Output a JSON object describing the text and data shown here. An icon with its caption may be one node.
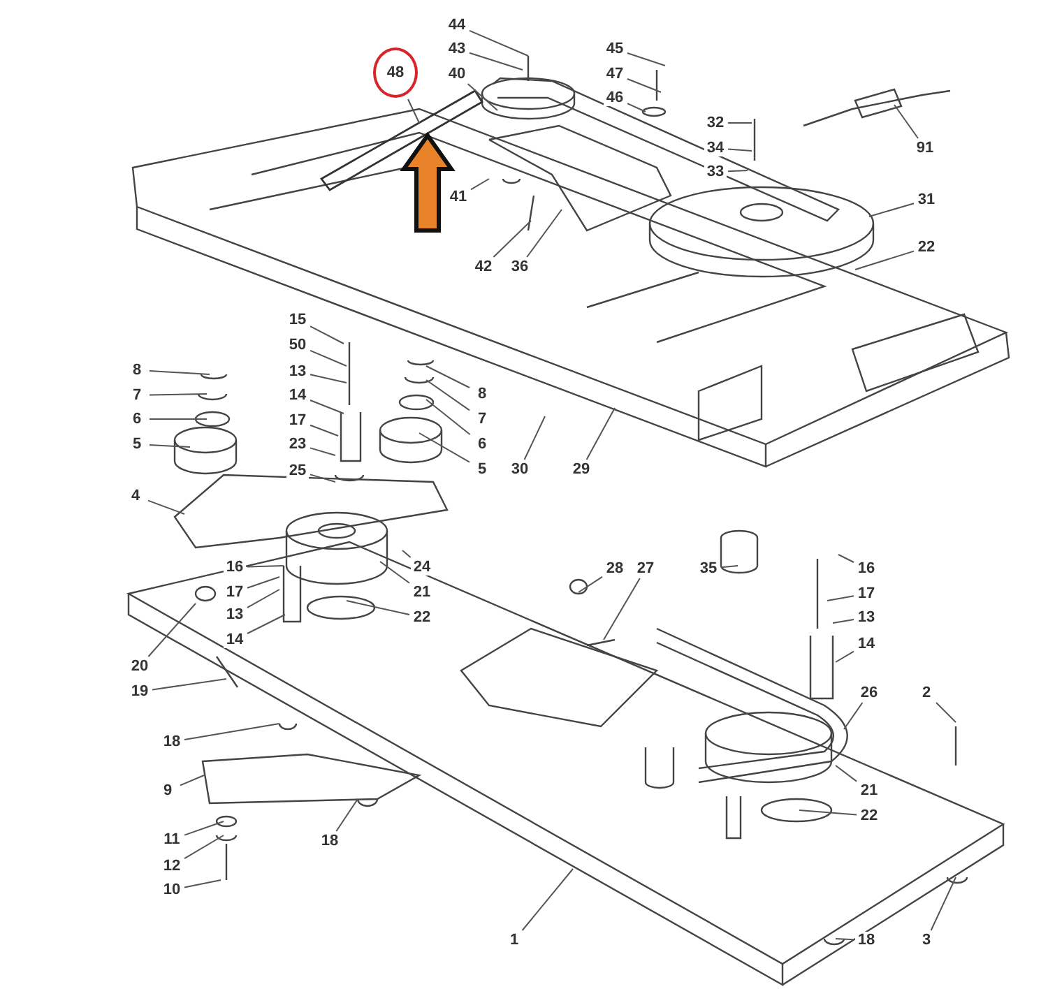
{
  "diagram": {
    "nodes": [
      {
        "text": [
          "44"
        ]
      },
      {
        "text": [
          "43"
        ]
      },
      {
        "text": [
          "40"
        ]
      },
      {
        "text": [
          "48"
        ]
      },
      {
        "text": [],
        "shape": "picture"
      },
      {
        "text": [
          "45"
        ]
      },
      {
        "text": [
          "47"
        ]
      },
      {
        "text": [
          "46"
        ]
      },
      {
        "text": [
          "32"
        ]
      },
      {
        "text": [
          "34"
        ]
      },
      {
        "text": [
          "33"
        ]
      },
      {
        "text": [
          "91"
        ]
      },
      {
        "text": [
          "41"
        ]
      },
      {
        "text": [
          "42"
        ]
      },
      {
        "text": [
          "36"
        ]
      },
      {
        "text": [
          "31"
        ]
      },
      {
        "text": [
          "22"
        ]
      },
      {
        "text": [
          "15"
        ]
      },
      {
        "text": [
          "50"
        ]
      },
      {
        "text": [
          "13"
        ]
      },
      {
        "text": [
          "14"
        ]
      },
      {
        "text": [
          "17"
        ]
      },
      {
        "text": [
          "23"
        ]
      },
      {
        "text": [
          "25"
        ]
      },
      {
        "text": [
          "8"
        ]
      },
      {
        "text": [
          "7"
        ]
      },
      {
        "text": [
          "6"
        ]
      },
      {
        "text": [
          "5"
        ]
      },
      {
        "text": [
          "8"
        ]
      },
      {
        "text": [
          "7"
        ]
      },
      {
        "text": [
          "6"
        ]
      },
      {
        "text": [
          "5"
        ]
      },
      {
        "text": [
          "30"
        ]
      },
      {
        "text": [
          "29"
        ]
      },
      {
        "text": [
          "4"
        ]
      },
      {
        "text": [
          "16"
        ]
      },
      {
        "text": [
          "17"
        ]
      },
      {
        "text": [
          "13"
        ]
      },
      {
        "text": [
          "14"
        ]
      },
      {
        "text": [
          "24"
        ]
      },
      {
        "text": [
          "21"
        ]
      },
      {
        "text": [
          "22"
        ]
      },
      {
        "text": [
          "20"
        ]
      },
      {
        "text": [
          "19"
        ]
      },
      {
        "text": [
          "28"
        ]
      },
      {
        "text": [
          "27"
        ]
      },
      {
        "text": [
          "35"
        ]
      },
      {
        "text": [
          "16"
        ]
      },
      {
        "text": [
          "17"
        ]
      },
      {
        "text": [
          "13"
        ]
      },
      {
        "text": [
          "14"
        ]
      },
      {
        "text": [
          "26"
        ]
      },
      {
        "text": [
          "2"
        ]
      },
      {
        "text": [
          "21"
        ]
      },
      {
        "text": [
          "22"
        ]
      },
      {
        "text": [
          "18"
        ]
      },
      {
        "text": [
          "9"
        ]
      },
      {
        "text": [
          "11"
        ]
      },
      {
        "text": [
          "12"
        ]
      },
      {
        "text": [
          "10"
        ]
      },
      {
        "text": [
          "18"
        ]
      },
      {
        "text": [
          "1"
        ]
      },
      {
        "text": [
          "18"
        ]
      },
      {
        "text": [
          "3"
        ]
      }
    ],
    "edges": [
      {
        "from": 0,
        "to": null,
        "arrow": "none"
      },
      {
        "from": 1,
        "to": null,
        "arrow": "none"
      },
      {
        "from": 2,
        "to": null,
        "arrow": "none"
      },
      {
        "from": 3,
        "to": 4,
        "arrow": "none"
      },
      {
        "from": 5,
        "to": null,
        "arrow": "none"
      },
      {
        "from": 6,
        "to": null,
        "arrow": "none"
      },
      {
        "from": 7,
        "to": null,
        "arrow": "none"
      },
      {
        "from": 8,
        "to": null,
        "arrow": "none"
      },
      {
        "from": 9,
        "to": null,
        "arrow": "none"
      },
      {
        "from": 10,
        "to": null,
        "arrow": "none"
      },
      {
        "from": 11,
        "to": null,
        "arrow": "none"
      },
      {
        "from": 12,
        "to": null,
        "arrow": "none"
      },
      {
        "from": 13,
        "to": null,
        "arrow": "none"
      },
      {
        "from": 14,
        "to": null,
        "arrow": "none"
      },
      {
        "from": 15,
        "to": null,
        "arrow": "none"
      },
      {
        "from": 16,
        "to": null,
        "arrow": "none"
      },
      {
        "from": 17,
        "to": null,
        "arrow": "none"
      },
      {
        "from": 18,
        "to": null,
        "arrow": "none"
      },
      {
        "from": 19,
        "to": null,
        "arrow": "none"
      },
      {
        "from": 20,
        "to": null,
        "arrow": "none"
      },
      {
        "from": 21,
        "to": null,
        "arrow": "none"
      },
      {
        "from": 22,
        "to": null,
        "arrow": "none"
      },
      {
        "from": 23,
        "to": null,
        "arrow": "none"
      },
      {
        "from": 24,
        "to": null,
        "arrow": "none"
      },
      {
        "from": 25,
        "to": null,
        "arrow": "none"
      },
      {
        "from": 26,
        "to": null,
        "arrow": "none"
      },
      {
        "from": 27,
        "to": null,
        "arrow": "none"
      },
      {
        "from": 28,
        "to": null,
        "arrow": "none"
      },
      {
        "from": 29,
        "to": null,
        "arrow": "none"
      },
      {
        "from": 30,
        "to": null,
        "arrow": "none"
      },
      {
        "from": 31,
        "to": null,
        "arrow": "none"
      },
      {
        "from": 32,
        "to": null,
        "arrow": "none"
      },
      {
        "from": 33,
        "to": null,
        "arrow": "none"
      },
      {
        "from": 34,
        "to": null,
        "arrow": "none"
      },
      {
        "from": 35,
        "to": null,
        "arrow": "none"
      },
      {
        "from": 36,
        "to": null,
        "arrow": "none"
      },
      {
        "from": 37,
        "to": null,
        "arrow": "none"
      },
      {
        "from": 38,
        "to": null,
        "arrow": "none"
      },
      {
        "from": 39,
        "to": null,
        "arrow": "none"
      },
      {
        "from": 40,
        "to": null,
        "arrow": "none"
      },
      {
        "from": 41,
        "to": null,
        "arrow": "none"
      },
      {
        "from": 42,
        "to": null,
        "arrow": "none"
      },
      {
        "from": 43,
        "to": null,
        "arrow": "none"
      },
      {
        "from": 44,
        "to": null,
        "arrow": "none"
      },
      {
        "from": 45,
        "to": null,
        "arrow": "none"
      },
      {
        "from": 46,
        "to": null,
        "arrow": "none"
      },
      {
        "from": 47,
        "to": null,
        "arrow": "none"
      },
      {
        "from": 48,
        "to": null,
        "arrow": "none"
      },
      {
        "from": 49,
        "to": null,
        "arrow": "none"
      },
      {
        "from": 50,
        "to": null,
        "arrow": "none"
      },
      {
        "from": 51,
        "to": null,
        "arrow": "none"
      },
      {
        "from": 52,
        "to": null,
        "arrow": "none"
      },
      {
        "from": 53,
        "to": null,
        "arrow": "none"
      },
      {
        "from": 54,
        "to": null,
        "arrow": "none"
      },
      {
        "from": 55,
        "to": null,
        "arrow": "none"
      },
      {
        "from": 56,
        "to": null,
        "arrow": "none"
      },
      {
        "from": 57,
        "to": null,
        "arrow": "none"
      },
      {
        "from": 58,
        "to": null,
        "arrow": "none"
      },
      {
        "from": 59,
        "to": null,
        "arrow": "none"
      },
      {
        "from": 60,
        "to": null,
        "arrow": "none"
      },
      {
        "from": 61,
        "to": null,
        "arrow": "none"
      },
      {
        "from": 62,
        "to": null,
        "arrow": "none"
      },
      {
        "from": 63,
        "to": null,
        "arrow": "none"
      },
      {
        "from": null,
        "to": 4,
        "arrow": "to",
        "style": "thick",
        "color": "#e8832a"
      }
    ]
  }
}
